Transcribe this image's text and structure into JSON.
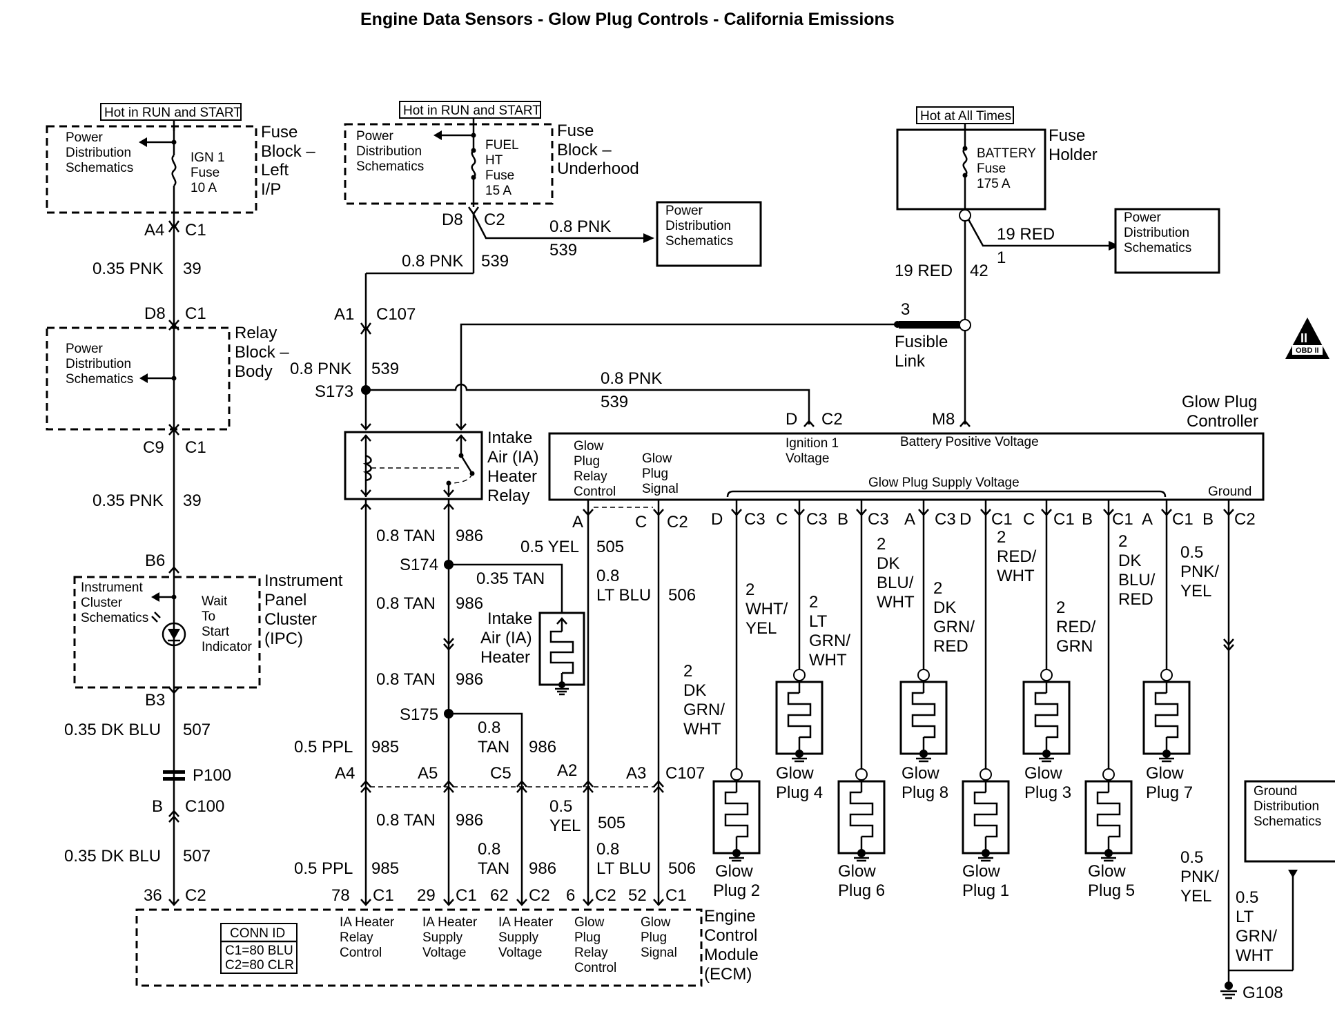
{
  "title": "Engine Data Sensors - Glow Plug Controls - California  Emissions",
  "hot": {
    "run_start_1": "Hot in RUN and START",
    "run_start_2": "Hot in RUN and START",
    "all_times": "Hot at All Times"
  },
  "pds": [
    "Power",
    "Distribution",
    "Schematics"
  ],
  "fuse_block_left": {
    "l1": "Fuse",
    "l2": "Block –",
    "l3": "Left",
    "l4": "I/P",
    "fuse_l1": "IGN 1",
    "fuse_l2": "Fuse",
    "fuse_l3": "10 A"
  },
  "fuse_block_under": {
    "l1": "Fuse",
    "l2": "Block –",
    "l3": "Underhood",
    "fuse_l1": "FUEL",
    "fuse_l2": "HT",
    "fuse_l3": "Fuse",
    "fuse_l4": "15 A"
  },
  "fuse_holder": {
    "l1": "Fuse",
    "l2": "Holder",
    "fuse_l1": "BATTERY",
    "fuse_l2": "Fuse",
    "fuse_l3": "175 A"
  },
  "relay_block": {
    "l1": "Relay",
    "l2": "Block –",
    "l3": "Body"
  },
  "ipc": {
    "l1": "Instrument",
    "l2": "Panel",
    "l3": "Cluster",
    "l4": "(IPC)",
    "sch1": "Instrument",
    "sch2": "Cluster",
    "sch3": "Schematics",
    "ind1": "Wait",
    "ind2": "To",
    "ind3": "Start",
    "ind4": "Indicator"
  },
  "left_col": {
    "a4": "A4",
    "c1a": "C1",
    "w1": "0.35 PNK",
    "c39a": "39",
    "d8": "D8",
    "c1b": "C1",
    "c9": "C9",
    "c1c": "C1",
    "w2": "0.35 PNK",
    "c39b": "39",
    "b6": "B6",
    "b3": "B3",
    "w3": "0.35 DK BLU",
    "c507a": "507",
    "p100": "P100",
    "b": "B",
    "c100": "C100",
    "w4": "0.35 DK BLU",
    "c507b": "507",
    "p36": "36",
    "c2": "C2"
  },
  "mid": {
    "d8": "D8",
    "c2": "C2",
    "w_pnk": "0.8 PNK",
    "c539": "539",
    "w_pnk2": "0.8 PNK",
    "c539b": "539",
    "a1": "A1",
    "c107": "C107",
    "w_pnk3": "0.8 PNK",
    "c539c": "539",
    "s173": "S173",
    "w_pnk4": "0.8 PNK",
    "c539d": "539",
    "d": "D",
    "c2b": "C2",
    "m8": "M8",
    "iah_relay": [
      "Intake",
      "Air (IA)",
      "Heater",
      "Relay"
    ],
    "iah": [
      "Intake",
      "Air (IA)",
      "Heater"
    ]
  },
  "fusible": {
    "n3": "3",
    "l1": "Fusible",
    "l2": "Link",
    "w19a": "19 RED",
    "c42": "42",
    "w19b": "19 RED",
    "c1": "1"
  },
  "gpc": {
    "title1": "Glow Plug",
    "title2": "Controller",
    "relay_ctl": [
      "Glow",
      "Plug",
      "Relay",
      "Control"
    ],
    "signal": [
      "Glow",
      "Plug",
      "Signal"
    ],
    "ign": [
      "Ignition 1",
      "Voltage"
    ],
    "bpv": "Battery Positive Voltage",
    "supply": "Glow Plug Supply Voltage",
    "ground": "Ground"
  },
  "gpc_pins": {
    "a": "A",
    "c": "C",
    "c2": "C2",
    "p1": "D",
    "p1c": "C3",
    "p2": "C",
    "p2c": "C3",
    "p3": "B",
    "p3c": "C3",
    "p4": "A",
    "p4c": "C3",
    "p5": "D",
    "p5c": "C1",
    "p6": "C",
    "p6c": "C1",
    "p7": "B",
    "p7c": "C1",
    "p8": "A",
    "p8c": "C1",
    "p9": "B",
    "p9c": "C2"
  },
  "relay_wires": {
    "w_tan1": "0.8 TAN",
    "c986a": "986",
    "w_yel": "0.5 YEL",
    "c505": "505",
    "s174": "S174",
    "w_tan035": "0.35 TAN",
    "w_ltblu_1": "0.8",
    "w_ltblu_2": "LT BLU",
    "c506": "506",
    "w_tan2": "0.8 TAN",
    "c986b": "986",
    "w_tan3": "0.8 TAN",
    "c986c": "986",
    "s175": "S175",
    "w_tan4a": "0.8",
    "w_tan4b": "TAN",
    "c986d": "986",
    "w_ppl": "0.5 PPL",
    "c985": "985",
    "a4": "A4",
    "a5": "A5",
    "c5": "C5",
    "a2": "A2",
    "a3": "A3",
    "c107": "C107",
    "w_tan5": "0.8 TAN",
    "c986e": "986",
    "w_yel2a": "0.5",
    "w_yel2b": "YEL",
    "c505b": "505",
    "w_ppl2": "0.5 PPL",
    "c985b": "985",
    "w_tan6a": "0.8",
    "w_tan6b": "TAN",
    "c986f": "986",
    "w_ltblu2a": "0.8",
    "w_ltblu2b": "LT BLU",
    "c506b": "506"
  },
  "plug_wires": {
    "gp2": [
      "2",
      "DK",
      "GRN/",
      "WHT"
    ],
    "gp4": [
      "2",
      "WHT/",
      "YEL"
    ],
    "gp6": [
      "2",
      "LT",
      "GRN/",
      "WHT"
    ],
    "gp8": [
      "2",
      "DK",
      "BLU/",
      "WHT"
    ],
    "gp1": [
      "2",
      "DK",
      "GRN/",
      "RED"
    ],
    "gp3": [
      "2",
      "RED/",
      "WHT"
    ],
    "gp5": [
      "2",
      "RED/",
      "GRN"
    ],
    "gp7": [
      "2",
      "DK",
      "BLU/",
      "RED"
    ],
    "gnd1": [
      "0.5",
      "PNK/",
      "YEL"
    ],
    "gnd2": [
      "0.5",
      "PNK/",
      "YEL"
    ],
    "gnd3": [
      "0.5",
      "LT",
      "GRN/",
      "WHT"
    ]
  },
  "plugs": [
    {
      "l1": "Glow",
      "l2": "Plug 2"
    },
    {
      "l1": "Glow",
      "l2": "Plug 4"
    },
    {
      "l1": "Glow",
      "l2": "Plug 6"
    },
    {
      "l1": "Glow",
      "l2": "Plug 8"
    },
    {
      "l1": "Glow",
      "l2": "Plug 1"
    },
    {
      "l1": "Glow",
      "l2": "Plug 3"
    },
    {
      "l1": "Glow",
      "l2": "Plug 5"
    },
    {
      "l1": "Glow",
      "l2": "Plug 7"
    }
  ],
  "gds": [
    "Ground",
    "Distribution",
    "Schematics"
  ],
  "g108": "G108",
  "ecm": {
    "l1": "Engine",
    "l2": "Control",
    "l3": "Module",
    "l4": "(ECM)",
    "conn_id": "CONN ID",
    "conn_c1": "C1=80 BLU",
    "conn_c2": "C2=80 CLR",
    "pins": [
      {
        "n": "78",
        "c": "C1",
        "l": [
          "IA Heater",
          "Relay",
          "Control"
        ]
      },
      {
        "n": "29",
        "c": "C1",
        "l": [
          "IA Heater",
          "Supply",
          "Voltage"
        ]
      },
      {
        "n": "62",
        "c": "C2",
        "l": [
          "IA Heater",
          "Supply",
          "Voltage"
        ]
      },
      {
        "n": "6",
        "c": "C2",
        "l": [
          "Glow",
          "Plug",
          "Relay",
          "Control"
        ]
      },
      {
        "n": "52",
        "c": "C1",
        "l": [
          "Glow",
          "Plug",
          "Signal"
        ]
      }
    ]
  },
  "obd": "OBD II",
  "obd_num": "II"
}
